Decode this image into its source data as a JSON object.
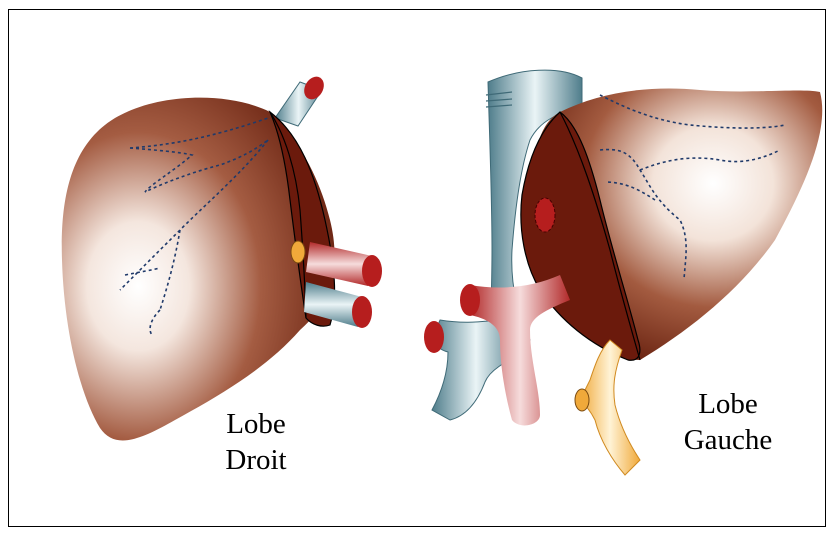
{
  "labels": {
    "right_lobe": [
      "Lobe",
      "Droit"
    ],
    "left_lobe": [
      "Lobe",
      "Gauche"
    ]
  },
  "colors": {
    "liver_dark": "#6b1a0c",
    "liver_mid": "#8a3a22",
    "liver_light": "#fbf3ee",
    "artery": "#b61e1e",
    "artery_light": "#f3d3d3",
    "vein": "#5d8e9c",
    "vein_light": "#dfeef2",
    "bile_duct": "#f0a93a",
    "bile_light": "#fce8c0",
    "dotted_vessels": "#203a6a",
    "border": "#000000"
  }
}
